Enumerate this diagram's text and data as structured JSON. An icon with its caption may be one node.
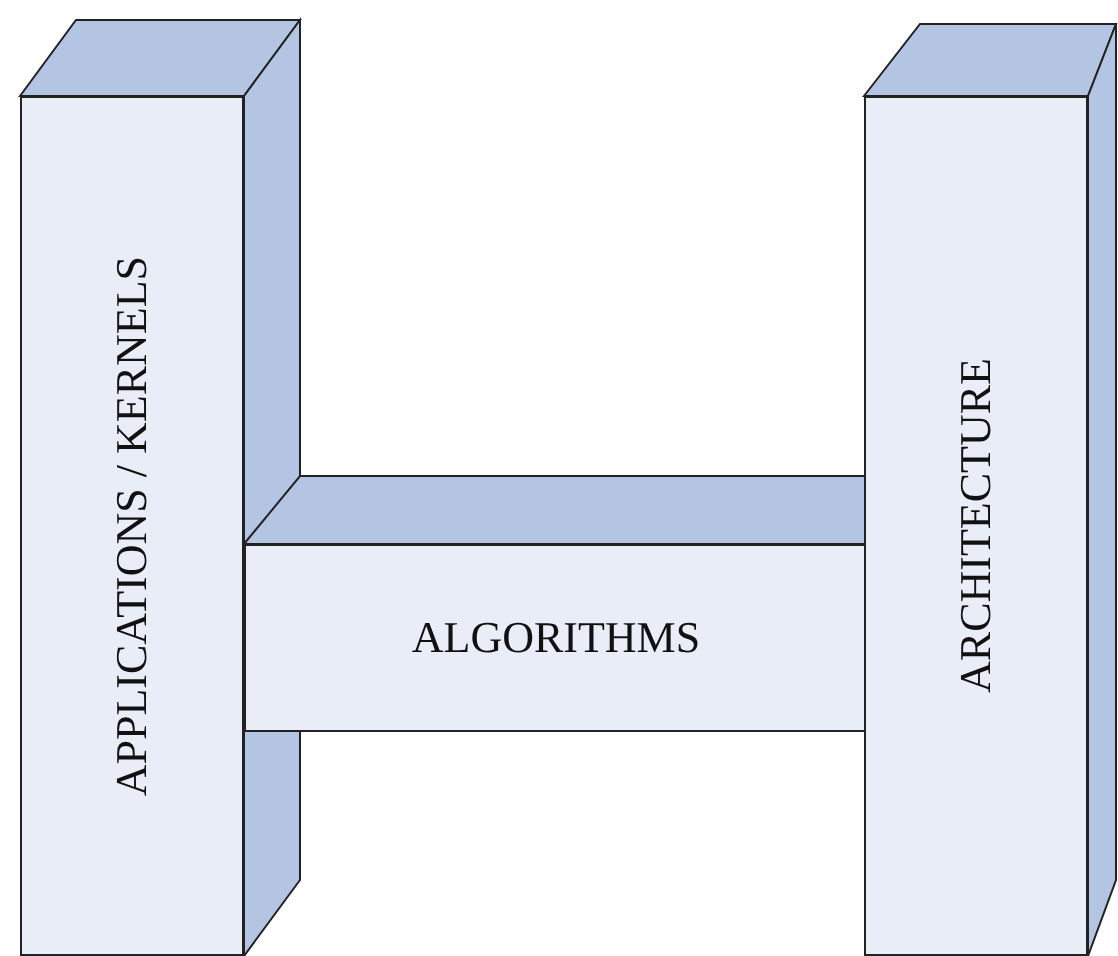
{
  "diagram": {
    "nodes": [
      {
        "text": [
          "APPLICATIONS / KERNELS"
        ]
      },
      {
        "text": [
          "ALGORITHMS"
        ]
      },
      {
        "text": [
          "ARCHITECTURE"
        ]
      }
    ]
  }
}
